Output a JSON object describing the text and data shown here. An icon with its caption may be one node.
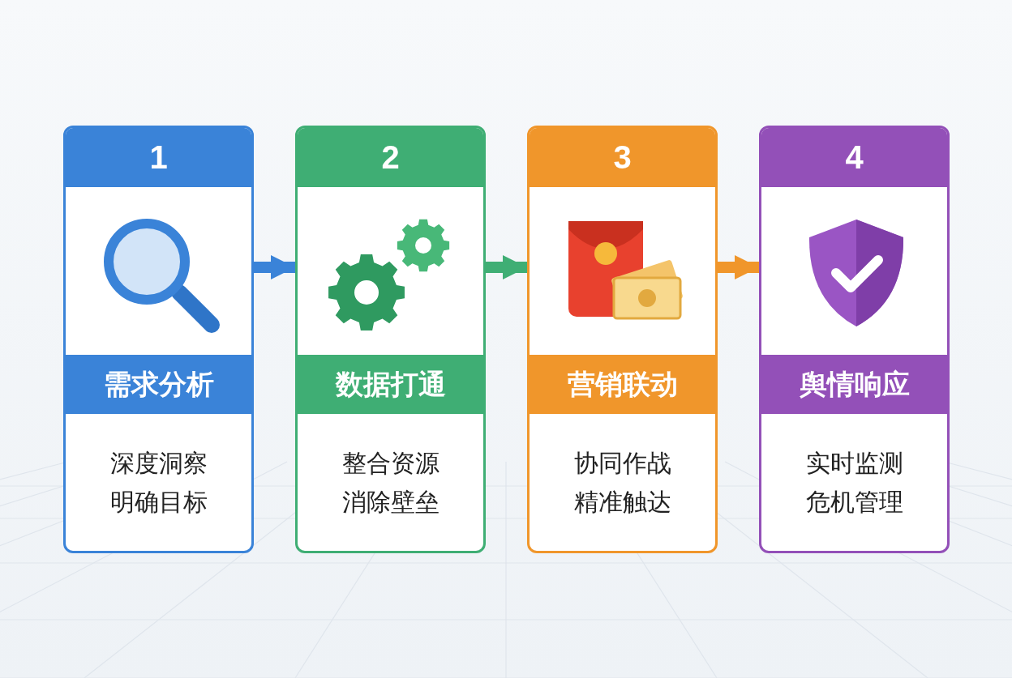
{
  "diagram": {
    "nodes": [
      {
        "text": [
          "1",
          "需求分析",
          "深度洞察明确目标"
        ]
      },
      {
        "text": [
          "2",
          "数据打通",
          "整合资源消除壁垒"
        ]
      },
      {
        "text": [
          "3",
          "营销联动",
          "协同作战精准触达"
        ]
      },
      {
        "text": [
          "4",
          "舆情响应",
          "实时监测危机管理"
        ]
      }
    ],
    "edges": [
      {
        "from": 0,
        "to": 1,
        "arrow": "to",
        "color": "#3a83d8"
      },
      {
        "from": 1,
        "to": 2,
        "arrow": "to",
        "color": "#3fae74"
      },
      {
        "from": 2,
        "to": 3,
        "arrow": "to",
        "color": "#f0962b"
      }
    ]
  }
}
